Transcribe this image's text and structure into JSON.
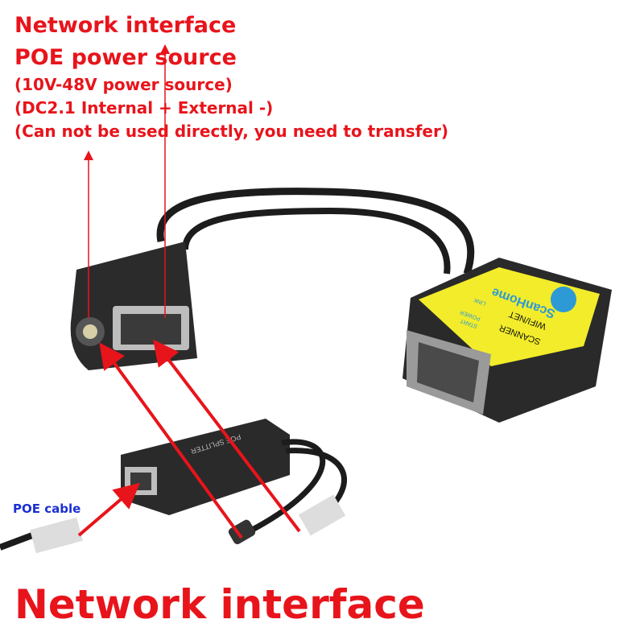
{
  "annotations": {
    "line1": "Network interface",
    "line2": "POE power source",
    "line3": "(10V-48V power source)",
    "line4": "(DC2.1  Internal + External -)",
    "line5": "(Can not be used directly, you need to transfer)",
    "poe_cable": "POE cable",
    "bottom": "Network interface"
  },
  "device": {
    "brand": "ScanHome",
    "label_scanner": "SCANNER",
    "label_wifi_net": "WIFI/NET",
    "label_link": "LINK",
    "label_power": "POWER",
    "label_start": "START",
    "splitter_label": "POE SPLITTER"
  },
  "colors": {
    "annotation_red": "#e8141b",
    "poe_blue": "#1b2fd1",
    "scanner_yellow": "#f2ec2a",
    "device_black": "#2a2a2a"
  }
}
